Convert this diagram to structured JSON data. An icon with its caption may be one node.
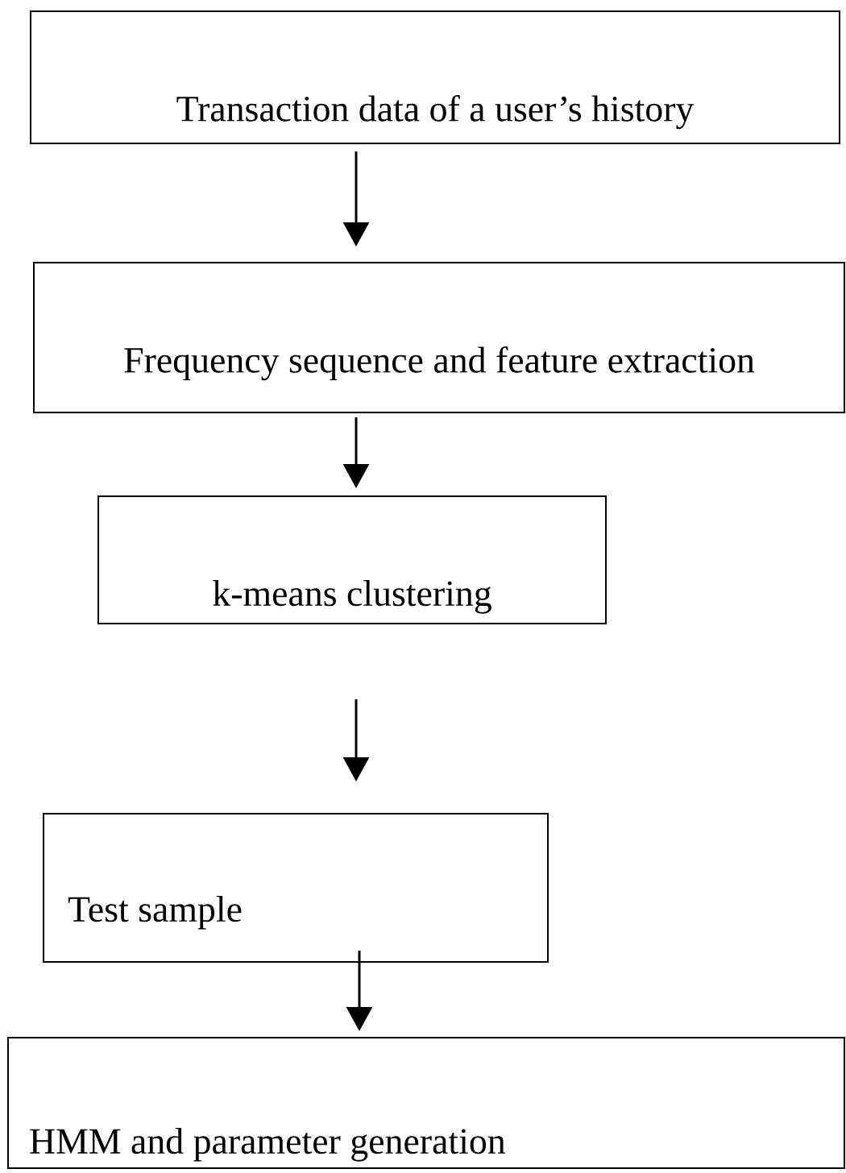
{
  "diagram": {
    "nodes": [
      {
        "text": [
          "Transaction data of a user’s history"
        ]
      },
      {
        "text": [
          "Frequency sequence and feature extraction"
        ]
      },
      {
        "text": [
          "k-means clustering"
        ]
      },
      {
        "text": [
          "Test sample"
        ]
      },
      {
        "text": [
          "HMM and parameter generation"
        ]
      }
    ],
    "edges": [
      {
        "from": 0,
        "to": 1,
        "arrow": "to"
      },
      {
        "from": 1,
        "to": 2,
        "arrow": "to"
      },
      {
        "from": 2,
        "to": 3,
        "arrow": "to"
      },
      {
        "from": 3,
        "to": 4,
        "arrow": "to"
      }
    ]
  }
}
